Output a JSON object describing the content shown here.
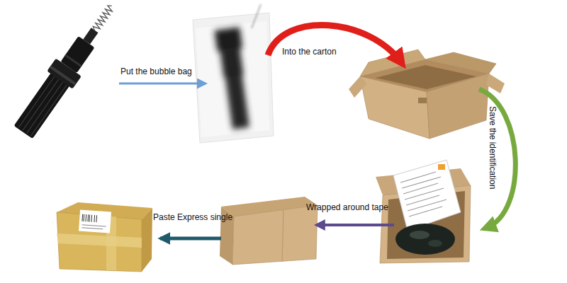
{
  "diagram": {
    "labels": [
      "Put the bubble bag",
      "Into the carton",
      "Save the identification",
      "Wrapped around tape",
      "Paste Express single"
    ]
  }
}
